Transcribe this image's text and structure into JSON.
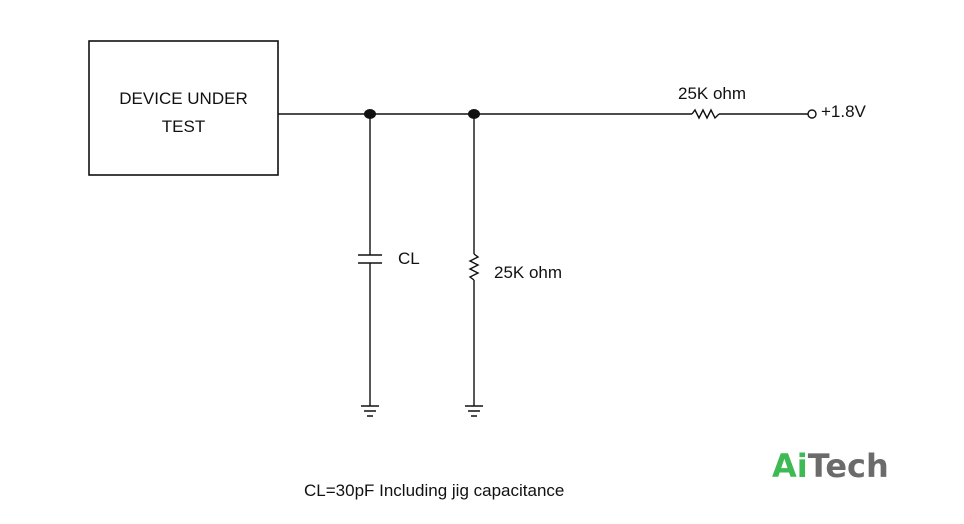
{
  "dut": {
    "line1": "DEVICE UNDER",
    "line2": "TEST"
  },
  "components": {
    "capacitor_label": "CL",
    "shunt_resistor_label": "25K ohm",
    "series_resistor_label": "25K ohm",
    "supply_label": "+1.8V"
  },
  "note": "CL=30pF Including jig capacitance",
  "logo": {
    "part1": "Ai",
    "part2": "Tech",
    "color1": "#3dba54",
    "color2": "#6b6b6b"
  }
}
